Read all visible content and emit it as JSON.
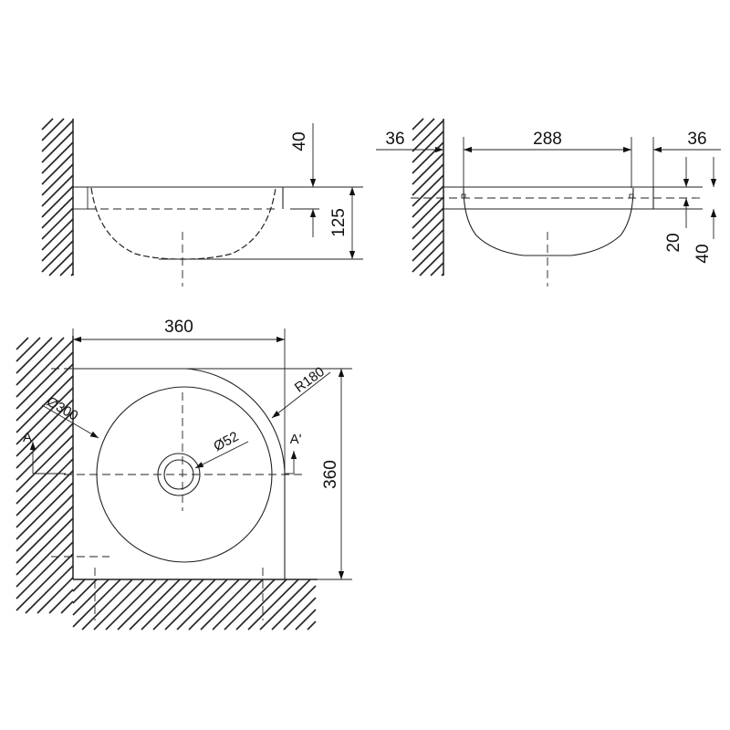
{
  "dimensions": {
    "side_view": {
      "top_thickness": "40",
      "depth": "125"
    },
    "section_view": {
      "left_margin": "36",
      "inner_width": "288",
      "right_margin": "36",
      "rim_height": "20",
      "top_height": "40"
    },
    "plan_view": {
      "width": "360",
      "height": "360",
      "bowl_diameter": "Ø300",
      "drain_diameter": "Ø52",
      "corner_radius": "R180"
    }
  },
  "section_markers": {
    "left": "A",
    "right": "A'"
  }
}
